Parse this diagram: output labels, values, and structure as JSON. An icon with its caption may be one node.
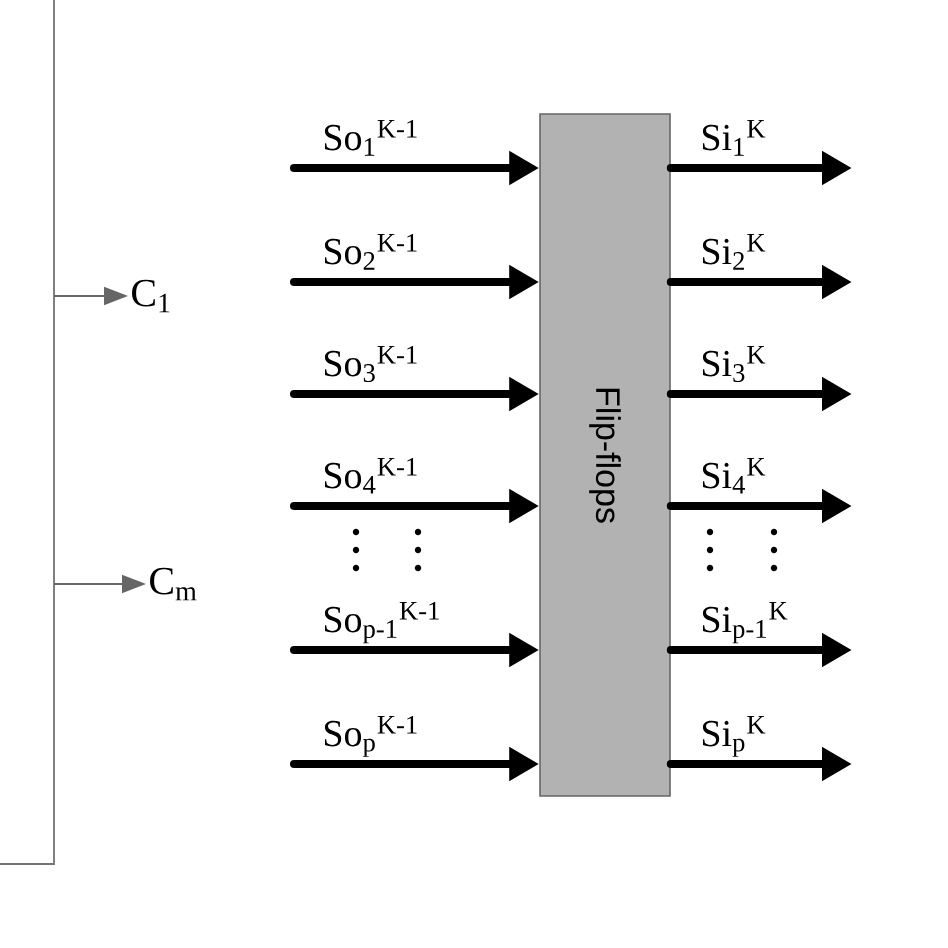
{
  "diagram": {
    "nodes": [
      {
        "text": [],
        "shape": "box"
      },
      {
        "text": [
          "C$_{1}$"
        ]
      },
      {
        "text": [
          "C$_{m}$"
        ]
      },
      {
        "text": [
          "Flip-flops"
        ]
      }
    ],
    "edges": [
      {
        "from": 0,
        "to": 1,
        "arrow": "to",
        "color": "#666666"
      },
      {
        "from": 0,
        "to": 2,
        "arrow": "to",
        "color": "#666666"
      },
      {
        "from": null,
        "to": 3,
        "arrow": "to",
        "label": "So$_{1}$$^{K-1}$"
      },
      {
        "from": null,
        "to": 3,
        "arrow": "to",
        "label": "So$_{2}$$^{K-1}$"
      },
      {
        "from": null,
        "to": 3,
        "arrow": "to",
        "label": "So$_{3}$$^{K-1}$"
      },
      {
        "from": null,
        "to": 3,
        "arrow": "to",
        "label": "So$_{4}$$^{K-1}$"
      },
      {
        "from": null,
        "to": 3,
        "arrow": "to",
        "label": "So$_{p-1}$$^{K-1}$"
      },
      {
        "from": null,
        "to": 3,
        "arrow": "to",
        "label": "So$_{p}$$^{K-1}$"
      },
      {
        "from": 3,
        "to": null,
        "arrow": "to",
        "label": "Si$_{1}$$^{K}$"
      },
      {
        "from": 3,
        "to": null,
        "arrow": "to",
        "label": "Si$_{2}$$^{K}$"
      },
      {
        "from": 3,
        "to": null,
        "arrow": "to",
        "label": "Si$_{3}$$^{K}$"
      },
      {
        "from": 3,
        "to": null,
        "arrow": "to",
        "label": "Si$_{4}$$^{K}$"
      },
      {
        "from": 3,
        "to": null,
        "arrow": "to",
        "label": "Si$_{p-1}$$^{K}$"
      },
      {
        "from": 3,
        "to": null,
        "arrow": "to",
        "label": "Si$_{p}$$^{K}$"
      }
    ]
  }
}
